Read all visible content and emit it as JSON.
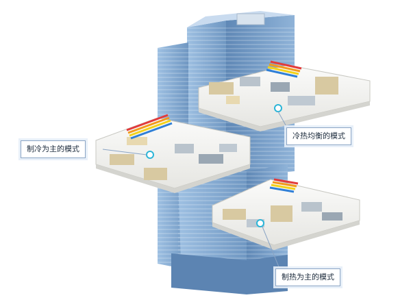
{
  "labels": {
    "cooling": "制冷为主的模式",
    "balanced": "冷热均衡的模式",
    "heating": "制热为主的模式"
  },
  "colors": {
    "glass": "#7fa6cf",
    "glass_dark": "#4f7aa8",
    "floor": "#f2f2f0",
    "callout_border": "#8aa4c4",
    "dot": "#2bb5d8",
    "pipe_red": "#e23b3b",
    "pipe_orange": "#f39a1c",
    "pipe_yellow": "#f2d21b",
    "pipe_blue": "#2f7fd6"
  }
}
